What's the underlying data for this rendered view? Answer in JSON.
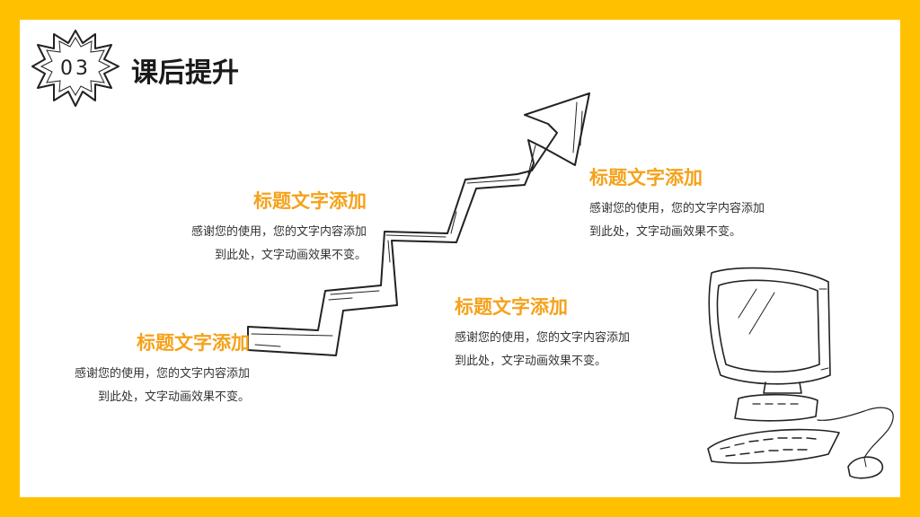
{
  "header": {
    "section_number": "03",
    "title": "课后提升"
  },
  "blocks": [
    {
      "title": "标题文字添加",
      "line1": "感谢您的使用，您的文字内容添加",
      "line2": "到此处，文字动画效果不变。"
    },
    {
      "title": "标题文字添加",
      "line1": "感谢您的使用，您的文字内容添加",
      "line2": "到此处，文字动画效果不变。"
    },
    {
      "title": "标题文字添加",
      "line1": "感谢您的使用，您的文字内容添加",
      "line2": "到此处，文字动画效果不变。"
    },
    {
      "title": "标题文字添加",
      "line1": "感谢您的使用，您的文字内容添加",
      "line2": "到此处，文字动画效果不变。"
    }
  ],
  "icons": {
    "arrow": "stair-arrow-icon",
    "computer": "computer-icon",
    "badge": "starburst-badge-icon"
  },
  "colors": {
    "frame": "#FFC000",
    "accent": "#F5A21B",
    "title": "#1a1a1a",
    "body_text": "#333333"
  }
}
